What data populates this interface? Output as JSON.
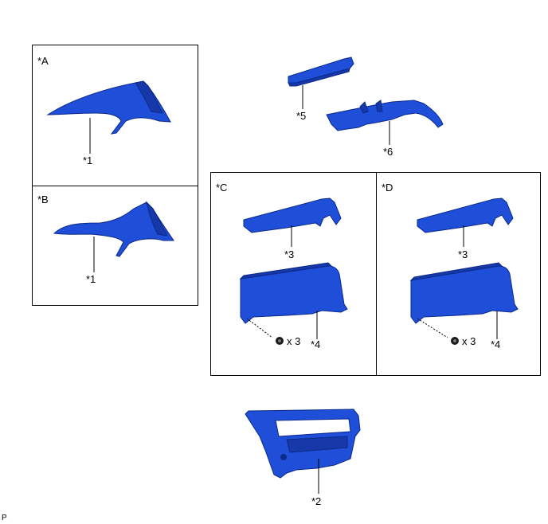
{
  "panels": {
    "a": "*A",
    "b": "*B",
    "c": "*C",
    "d": "*D"
  },
  "callouts": {
    "a_part": "*1",
    "b_part": "*1",
    "top_small": "*5",
    "top_large": "*6",
    "c_upper": "*3",
    "c_lower": "*4",
    "c_screws": "x 3",
    "d_upper": "*3",
    "d_lower": "*4",
    "d_screws": "x 3",
    "bottom": "*2"
  },
  "corner_mark": "P",
  "colors": {
    "part": "#1f4fd8",
    "part_dark": "#1638a8",
    "outline": "#000000"
  },
  "icons": [
    "screw-icon"
  ]
}
